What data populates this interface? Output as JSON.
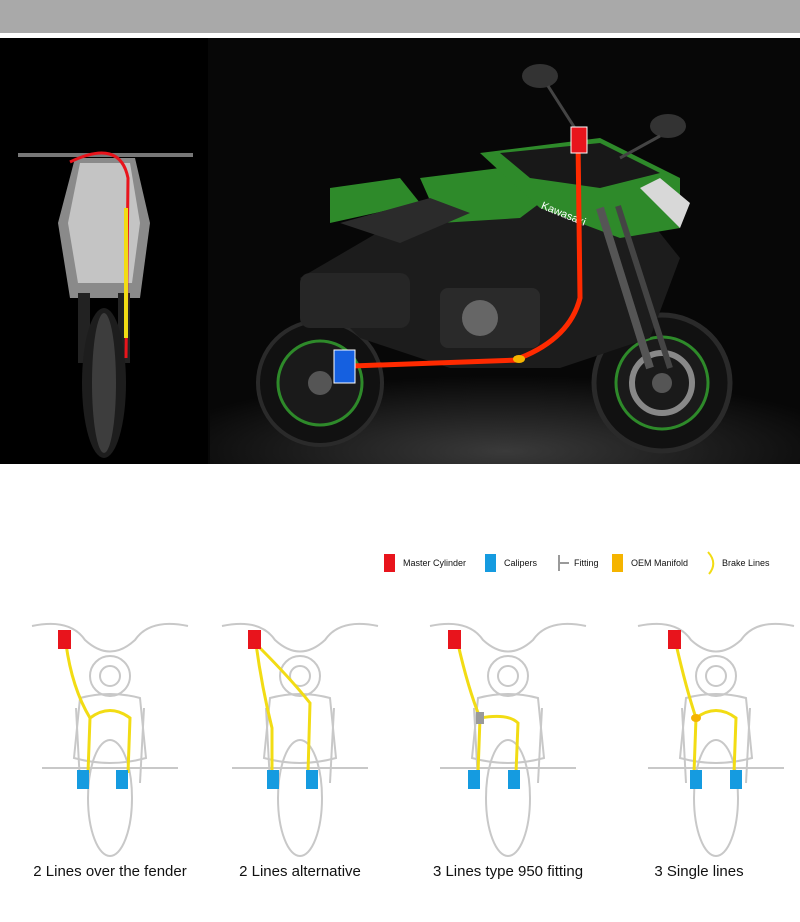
{
  "legend": {
    "items": [
      {
        "label": "Master Cylinder",
        "icon": "red-square",
        "color": "#e8141c"
      },
      {
        "label": "Calipers",
        "icon": "blue-square",
        "color": "#159be0"
      },
      {
        "label": "Fitting",
        "icon": "fitting-icon",
        "color": "#9a9a9a"
      },
      {
        "label": "OEM Manifold",
        "icon": "orange-square",
        "color": "#f5b400"
      },
      {
        "label": "Brake Lines",
        "icon": "curved-line",
        "color": "#f2dc14"
      }
    ]
  },
  "configurations": [
    {
      "caption": "2 Lines over the fender"
    },
    {
      "caption": "2 Lines alternative"
    },
    {
      "caption": "3 Lines type 950 fitting"
    },
    {
      "caption": "3 Single lines"
    }
  ],
  "hero": {
    "brand_text": "Kawasaki",
    "colors": {
      "line_red": "#ff2a00",
      "line_yellow": "#f2dc14",
      "body_green": "#2e8a2a"
    }
  }
}
